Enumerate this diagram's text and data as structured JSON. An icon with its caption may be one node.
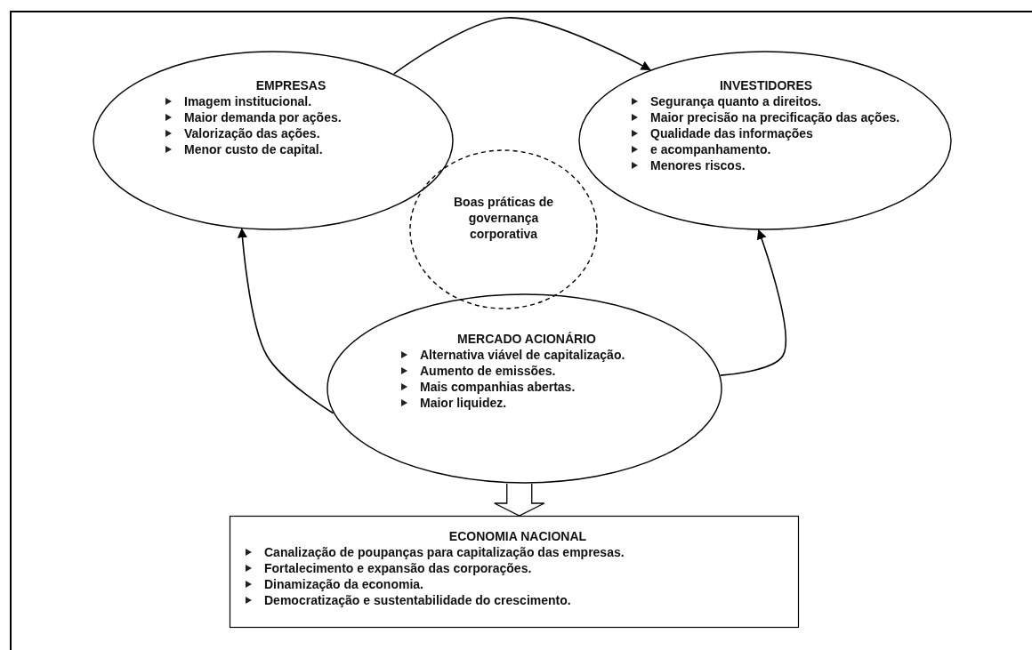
{
  "diagram": {
    "nodes": [
      {
        "text": [
          "EMPRESAS",
          "Imagem institucional.",
          "Maior demanda por ações.",
          "Valorização das ações.",
          "Menor custo de capital."
        ]
      },
      {
        "text": [
          "INVESTIDORES",
          "Segurança quanto a direitos.",
          "Maior precisão na precificação das ações.",
          "Qualidade das informações",
          "e acompanhamento.",
          "Menores riscos."
        ]
      },
      {
        "text": [
          "Boas práticas de governança corporativa"
        ]
      },
      {
        "text": [
          "MERCADO ACIONÁRIO",
          "Alternativa viável de capitalização.",
          "Aumento de emissões.",
          "Mais companhias abertas.",
          "Maior liquidez."
        ]
      },
      {
        "text": [
          "ECONOMIA NACIONAL",
          "Canalização de poupanças para capitalização das empresas.",
          "Fortalecimento e expansão das corporações.",
          "Dinamização da economia.",
          "Democratização e sustentabilidade do crescimento."
        ]
      }
    ],
    "edges": [
      {
        "from": 0,
        "to": 1,
        "arrow": "to"
      },
      {
        "from": 3,
        "to": 0,
        "arrow": "to"
      },
      {
        "from": 3,
        "to": 1,
        "arrow": "to"
      },
      {
        "from": 3,
        "to": 4,
        "arrow": "to",
        "style": "thick"
      }
    ]
  }
}
